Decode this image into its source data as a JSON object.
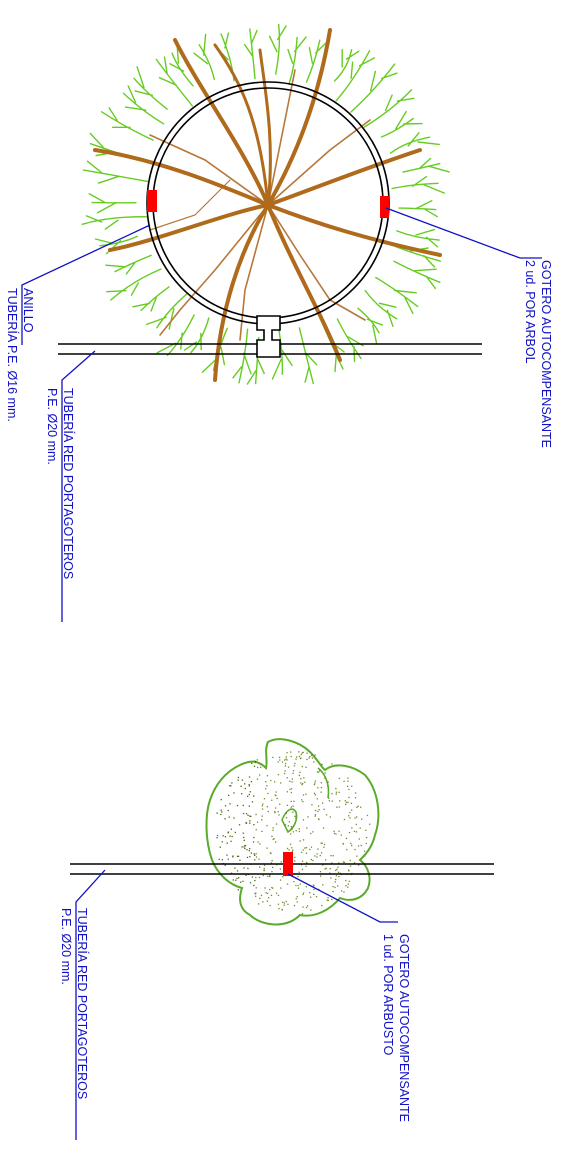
{
  "tree": {
    "emitter_label_1": "GOTERO AUTOCOMPENSANTE",
    "emitter_label_2": "2 ud. POR ARBOL",
    "ring_label_1": "ANILLO",
    "ring_label_2": "TUBERÍA P.E. Ø16 mm.",
    "pipe_label_1": "TUBERÍA RED PORTAGOTEROS",
    "pipe_label_2": "P.E. Ø20 mm."
  },
  "shrub": {
    "emitter_label_1": "GOTERO AUTOCOMPENSANTE",
    "emitter_label_2": "1 ud. POR ARBUSTO",
    "pipe_label_1": "TUBERÍA RED PORTAGOTEROS",
    "pipe_label_2": "P.E. Ø20 mm."
  },
  "colors": {
    "label": "#1010c8",
    "emitter": "#ff0000",
    "root": "#b06a1c",
    "foliage": "#66cc22",
    "shrub_outline": "#5aab2a",
    "shrub_dots": "#4d6b14",
    "pipe": "#000000"
  }
}
